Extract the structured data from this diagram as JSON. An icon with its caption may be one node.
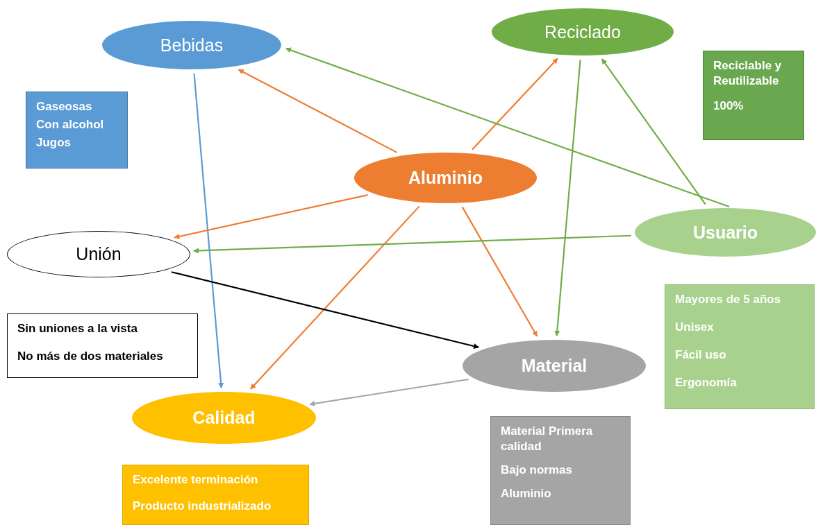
{
  "diagram": {
    "nodes": [
      {
        "text": [
          "Bebidas"
        ]
      },
      {
        "text": [
          "Reciclado"
        ]
      },
      {
        "text": [
          "Gaseosas",
          "Con alcohol",
          "Jugos"
        ]
      },
      {
        "text": [
          "Reciclable y Reutilizable",
          "100%"
        ]
      },
      {
        "text": [
          "Aluminio"
        ]
      },
      {
        "text": [
          "Usuario"
        ]
      },
      {
        "text": [
          "Unión"
        ]
      },
      {
        "text": [
          "Sin uniones a la vista",
          "No más de dos materiales"
        ]
      },
      {
        "text": [
          "Mayores de 5 años",
          "Unisex",
          "Fácil uso",
          "Ergonomía"
        ]
      },
      {
        "text": [
          "Material"
        ]
      },
      {
        "text": [
          "Calidad"
        ]
      },
      {
        "text": [
          "Excelente terminación",
          "Producto industrializado"
        ]
      },
      {
        "text": [
          "Material Primera calidad",
          "Bajo normas",
          "Aluminio"
        ]
      }
    ],
    "edges": [
      {
        "from": 0,
        "to": 10,
        "arrow": "to",
        "color": "#5b9bd5"
      },
      {
        "from": 4,
        "to": 0,
        "arrow": "to"
      },
      {
        "from": 4,
        "to": 1,
        "arrow": "to"
      },
      {
        "from": 4,
        "to": 6,
        "arrow": "to"
      },
      {
        "from": 4,
        "to": 10,
        "arrow": "to"
      },
      {
        "from": 4,
        "to": 9,
        "arrow": "to"
      },
      {
        "from": 1,
        "to": 9,
        "arrow": "to",
        "color": "#70ad47"
      },
      {
        "from": 5,
        "to": 0,
        "arrow": "to",
        "color": "#70ad47"
      },
      {
        "from": 5,
        "to": 1,
        "arrow": "to",
        "color": "#70ad47"
      },
      {
        "from": 5,
        "to": 6,
        "arrow": "to",
        "color": "#70ad47"
      },
      {
        "from": 6,
        "to": 9,
        "arrow": "to",
        "color": "#000000"
      },
      {
        "from": 9,
        "to": 10,
        "arrow": "to",
        "color": "#a5a5a5"
      }
    ]
  }
}
